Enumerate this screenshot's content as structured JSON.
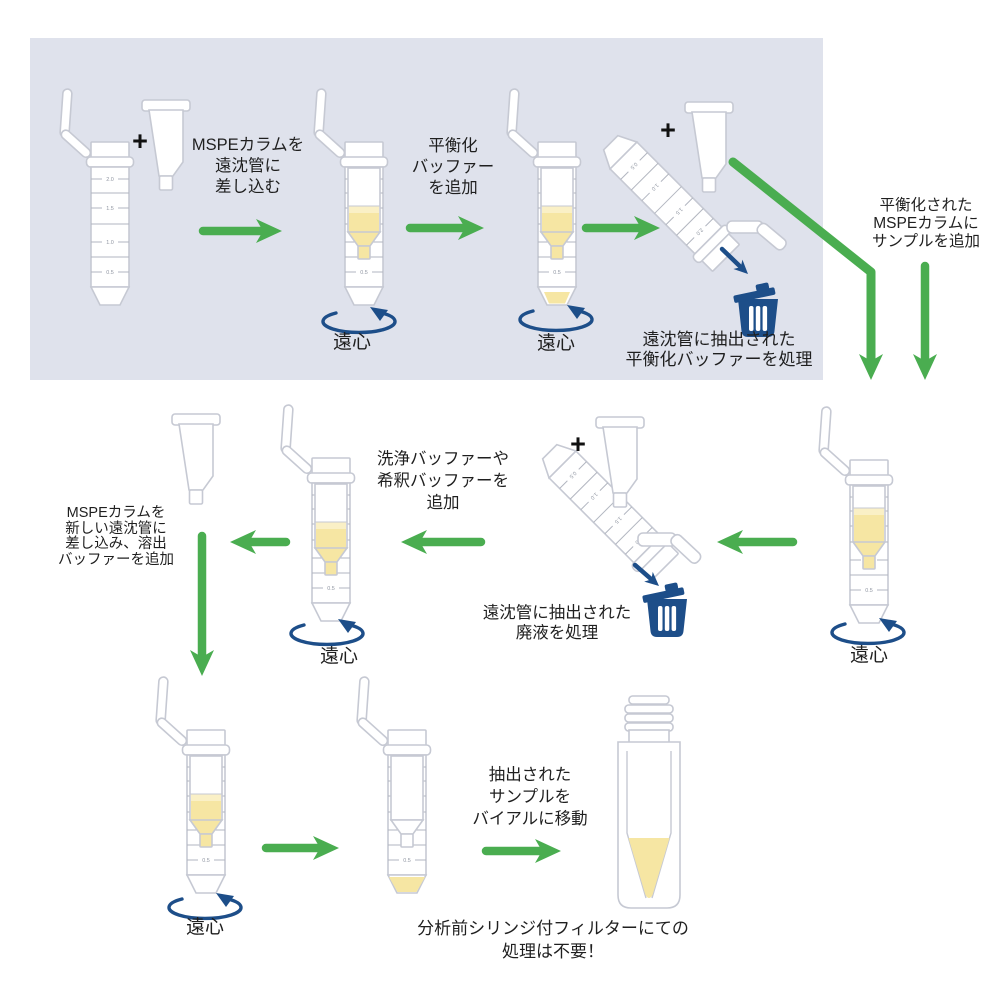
{
  "panel": {
    "bg": "#dfe2ec"
  },
  "colors": {
    "green": "#4aad50",
    "navy": "#1d4e89",
    "yellow": "#f6e6a3",
    "yellow_light": "#faf0c6",
    "outline": "#c6c9d3",
    "grad_line": "#b2b6c0",
    "grad_text": "#8f95a1",
    "text": "#1f1f1f"
  },
  "tube_graduations": [
    "2.0",
    "1.5",
    "1.0",
    "0.5"
  ],
  "symbols": {
    "plus": "+"
  },
  "labels": {
    "step1": "MSPEカラムを\n遠沈管に\n差し込む",
    "step2": "平衡化\nバッファー\nを追加",
    "dispose1": "遠沈管に抽出された\n平衡化バッファーを処理",
    "step3": "平衡化された\nMSPEカラムに\nサンプルを追加",
    "step4": "洗浄バッファーや\n希釈バッファーを\n追加",
    "dispose2": "遠沈管に抽出された\n廃液を処理",
    "step5": "MSPEカラムを\n新しい遠沈管に\n差し込み、溶出\nバッファーを追加",
    "step6": "抽出された\nサンプルを\nバイアルに移動",
    "note": "分析前シリンジ付フィルターにての\n処理は不要！",
    "centrifuge": "遠心"
  }
}
